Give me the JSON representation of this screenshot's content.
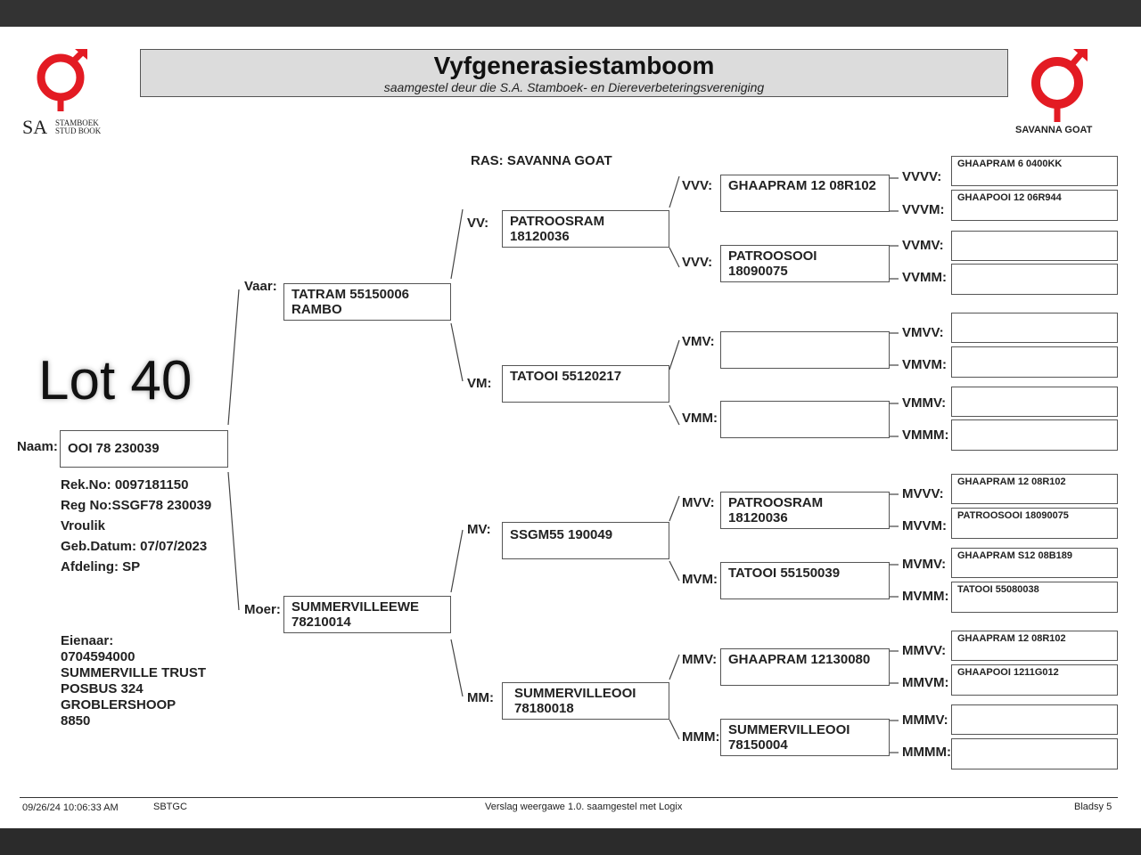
{
  "header": {
    "title": "Vyfgenerasiestamboom",
    "subtitle": "saamgestel deur die S.A. Stamboek- en Diereverbeteringsvereniging"
  },
  "logo_left": {
    "sa": "SA",
    "line1": "STAMBOEK",
    "line2": "STUD BOOK"
  },
  "logo_right": {
    "label": "SAVANNA GOAT"
  },
  "colors": {
    "logo_red": "#e31b23",
    "header_fill": "#dcdcdc"
  },
  "breed": "RAS: SAVANNA GOAT",
  "lot": "Lot 40",
  "animal": {
    "name_label": "Naam:",
    "name": "OOI 78 230039",
    "rek_no": "Rek.No: 0097181150",
    "reg_no": "Reg No:SSGF78  230039",
    "sex": "Vroulik",
    "birth_date": "Geb.Datum: 07/07/2023",
    "section": "Afdeling: SP"
  },
  "owner": {
    "label": "Eienaar:",
    "number": "0704594000",
    "name": "SUMMERVILLE TRUST",
    "address1": "POSBUS 324",
    "address2": "GROBLERSHOOP",
    "postcode": "8850"
  },
  "gen1": {
    "sire": {
      "label": "Vaar:",
      "line1": "TATRAM 55150006",
      "line2": "RAMBO"
    },
    "dam": {
      "label": "Moer:",
      "line1": "SUMMERVILLEEWE",
      "line2": "78210014"
    }
  },
  "gen2": {
    "vv": {
      "label": "VV:",
      "line1": "PATROOSRAM",
      "line2": "18120036"
    },
    "vm": {
      "label": "VM:",
      "line1": "TATOOI 55120217",
      "line2": ""
    },
    "mv": {
      "label": "MV:",
      "line1": "SSGM55  190049",
      "line2": ""
    },
    "mm": {
      "label": "MM:",
      "line1": "SUMMERVILLEOOI",
      "line2": "78180018"
    }
  },
  "gen3": {
    "vvv": {
      "label": "VVV:",
      "line1": "GHAAPRAM 12 08R102",
      "line2": ""
    },
    "vvm": {
      "label": "VVV:",
      "line1": "PATROOSOOI",
      "line2": "18090075"
    },
    "vmv": {
      "label": "VMV:",
      "line1": "",
      "line2": ""
    },
    "vmm": {
      "label": "VMM:",
      "line1": "",
      "line2": ""
    },
    "mvv": {
      "label": "MVV:",
      "line1": "PATROOSRAM",
      "line2": "18120036"
    },
    "mvm": {
      "label": "MVM:",
      "line1": "TATOOI 55150039",
      "line2": ""
    },
    "mmv": {
      "label": "MMV:",
      "line1": "GHAAPRAM 12130080",
      "line2": ""
    },
    "mmm": {
      "label": "MMM:",
      "line1": "SUMMERVILLEOOI",
      "line2": "78150004"
    }
  },
  "gen4": [
    {
      "label": "VVVV:",
      "value": "GHAAPRAM 6   0400KK"
    },
    {
      "label": "VVVM:",
      "value": ""
    },
    {
      "label": "VVMV:",
      "value": "GHAAPOOI 12 06R944"
    },
    {
      "label": "VVMM:",
      "value": ""
    },
    {
      "label": "VMVV:",
      "value": ""
    },
    {
      "label": "VMVM:",
      "value": ""
    },
    {
      "label": "VMMV:",
      "value": ""
    },
    {
      "label": "VMMM:",
      "value": ""
    },
    {
      "label": "MVVV:",
      "value": "GHAAPRAM 12 08R102"
    },
    {
      "label": "MVVM:",
      "value": "PATROOSOOI 18090075"
    },
    {
      "label": "MVMV:",
      "value": "GHAAPRAM S12 08B189"
    },
    {
      "label": "MVMM:",
      "value": "TATOOI 55080038"
    },
    {
      "label": "MMVV:",
      "value": "GHAAPRAM 12 08R102"
    },
    {
      "label": "MMVM:",
      "value": "GHAAPOOI 1211G012"
    },
    {
      "label": "MMMV:",
      "value": ""
    },
    {
      "label": "MMMM:",
      "value": ""
    }
  ],
  "footer": {
    "timestamp": "09/26/24 10:06:33 AM",
    "code": "SBTGC",
    "report": "Verslag weergawe 1.0. saamgestel met Logix",
    "page": "Bladsy 5"
  }
}
